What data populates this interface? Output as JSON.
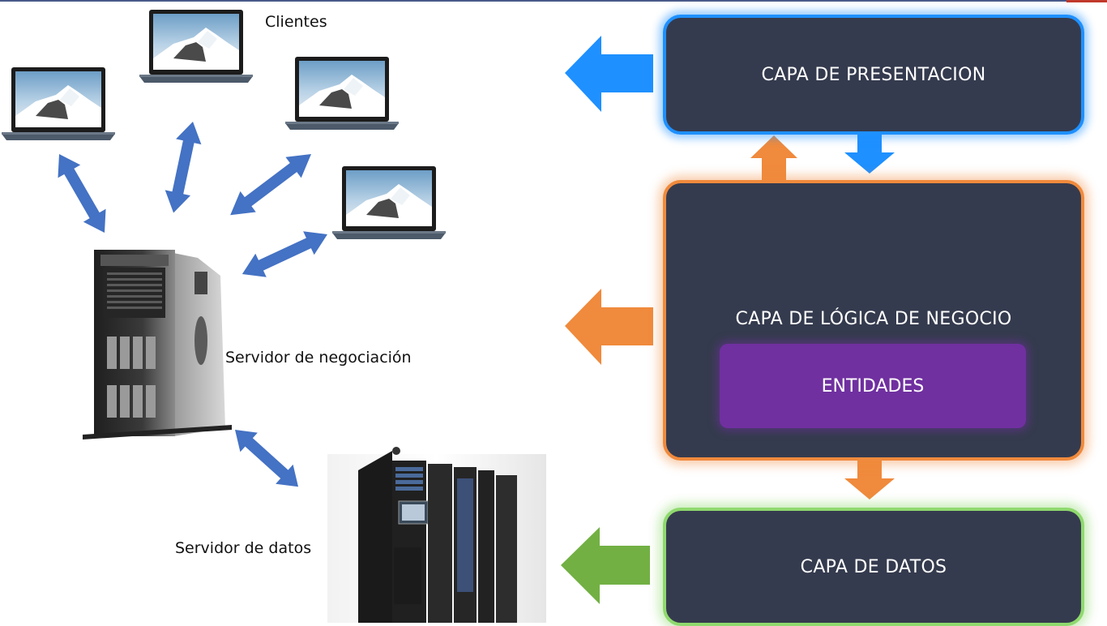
{
  "labels": {
    "clientes": "Clientes",
    "servidor_negociacion": "Servidor de negociación",
    "servidor_datos": "Servidor de datos"
  },
  "layers": {
    "presentacion": "CAPA DE PRESENTACION",
    "logica": "CAPA DE LÓGICA DE NEGOCIO",
    "entidades": "ENTIDADES",
    "datos": "CAPA DE DATOS"
  },
  "colors": {
    "layer_bg": "#353b4e",
    "presentation": "#1e90ff",
    "logic": "#f08a3c",
    "data": "#72b043",
    "entities": "#7030a0",
    "connector": "#4472c4"
  },
  "icons": [
    "laptop-icon",
    "tower-server-icon",
    "rack-server-icon",
    "double-arrow-icon",
    "arrow-left-icon",
    "arrow-up-icon",
    "arrow-down-icon"
  ]
}
